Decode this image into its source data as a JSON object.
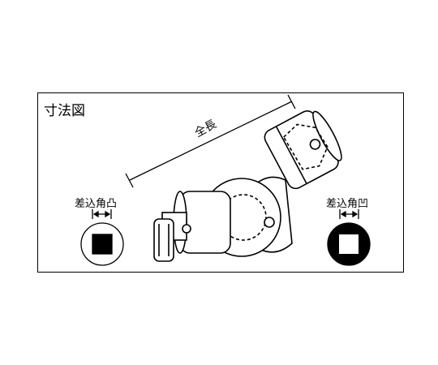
{
  "title": "寸法図",
  "labels": {
    "overall_length": "全長",
    "drive_male": "差込角凸",
    "drive_female": "差込角凹"
  },
  "colors": {
    "line": "#000000",
    "background": "#ffffff"
  }
}
